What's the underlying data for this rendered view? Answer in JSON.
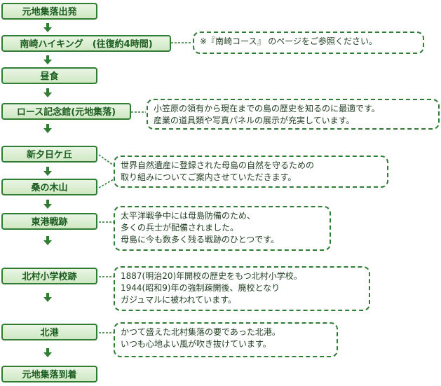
{
  "steps": [
    "元地集落出発",
    "南崎ハイキング　(往復約4時間)",
    "昼食",
    "ロース記念館(元地集落)",
    "新夕日ケ丘",
    "桑の木山",
    "東港戦跡",
    "北村小学校跡",
    "北港",
    "元地集落到着"
  ],
  "notes": {
    "minamizaki": [
      "※『南崎コース』 のページをご参照ください。"
    ],
    "roce": [
      "小笠原の領有から現在までの島の歴史を知るのに最適です。",
      "産業の道具類や写真パネルの展示が充実しています。"
    ],
    "nature": [
      "世界自然遺産に登録された母島の自然を守るための",
      "取り組みについてご案内させていただきます。"
    ],
    "war": [
      "太平洋戦争中には母島防備のため、",
      "多くの兵士が配備されました。",
      "母島に今も数多く残る戦跡のひとつです。"
    ],
    "school": [
      "1887(明治20)年開校の歴史をもつ北村小学校。",
      "1944(昭和9)年の強制疎開後、廃校となり",
      "ガジュマルに被われています。"
    ],
    "port": [
      "かつて盛えた北村集落の要であった北港。",
      "いつも心地よい風が吹き抜けています。"
    ]
  },
  "colors": {
    "border": "#2e7d32",
    "fill": "#d9eed0",
    "text": "#1b5e20"
  }
}
